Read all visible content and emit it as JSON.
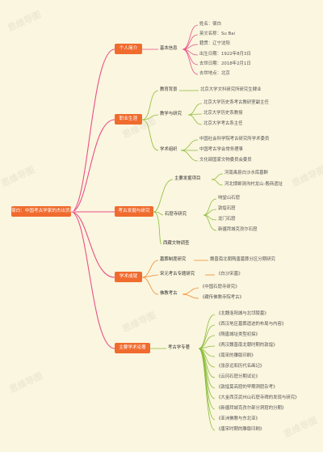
{
  "watermarks": [
    "思维导图",
    "思维导图",
    "思维导图",
    "思维导图",
    "思维导图",
    "思维导图",
    "思维导图"
  ],
  "root": "宿白：中国考古学家的杰出贡献",
  "branches": {
    "personal": {
      "label": "个人简介",
      "basic_label": "基本信息",
      "items": [
        "姓名：宿白",
        "英文名称：Su Bai",
        "籍贯：辽宁沈阳",
        "出生日期：1922年8月3日",
        "去世日期：2018年2月1日",
        "去世地点：北京"
      ]
    },
    "career": {
      "label": "职业生涯",
      "edu_label": "教育背景",
      "edu_items": [
        "北京大学文科研究所研究生肄业"
      ],
      "teach_label": "教学与研究",
      "teach_items": [
        "北京大学历史系考古教研室副主任",
        "北京大学历史系教授",
        "北京大学考古系主任"
      ],
      "org_label": "学术组织",
      "org_items": [
        "中国社会科学院考古研究所学术委员",
        "中国考古学会常务理事",
        "文化部国家文物委员会委员"
      ]
    },
    "archaeology": {
      "label": "考古发掘与研究",
      "main_label": "主要发掘项目",
      "main_items": [
        "河南禹县白沙水库墓群",
        "河北邯郸涧沟村龙山-殷商遗址"
      ],
      "grotto_label": "石窟寺研究",
      "grotto_items": [
        "响堂山石窟",
        "敦煌石窟",
        "龙门石窟",
        "新疆拜城克孜尔石窟"
      ],
      "tibet_label": "西藏文物调查"
    },
    "achievements": {
      "label": "学术成就",
      "tomb_label": "墓葬制度研究",
      "tomb_items": [
        "魏晋南北朝隋唐墓葬分区分期研究"
      ],
      "song_label": "宋元考古专题研究",
      "song_items": [
        "《白沙宋墓》"
      ],
      "buddhist_label": "佛教考古",
      "buddhist_items": [
        "《中国石窟寺研究》",
        "《藏传佛教寺院考古》"
      ]
    },
    "works": {
      "label": "主要学术论著",
      "sub_label": "考古学专著",
      "items": [
        "《北魏洛阳城与北邙陵墓》",
        "《西汉地区墓葬遗迹的布局与内容》",
        "《隋唐城址类型初探》",
        "《两汉魏晋南北朝时期的敦煌》",
        "《南宋的雕版印刷》",
        "《张彦远和历代名画记》",
        "《云冈石窟分期试论》",
        "《敦煌莫高窟的早期洞窟杂考》",
        "《大金西京武州山石窟寺碑的发现与研究》",
        "《新疆拜城克孜尔部分洞窟的分期》",
        "《亚洲佛教与东北亚》",
        "《唐宋时期的雕版印刷》"
      ]
    }
  },
  "colors": {
    "background": "#fbf6df",
    "root": "#f06b2e",
    "branch": "#f06b2e",
    "personal_line": "#e94f8a",
    "career_line": "#8bbd3c",
    "arch_line": "#e94f8a",
    "achieve_line": "#f08a2c",
    "works_line": "#8bbd3c"
  }
}
